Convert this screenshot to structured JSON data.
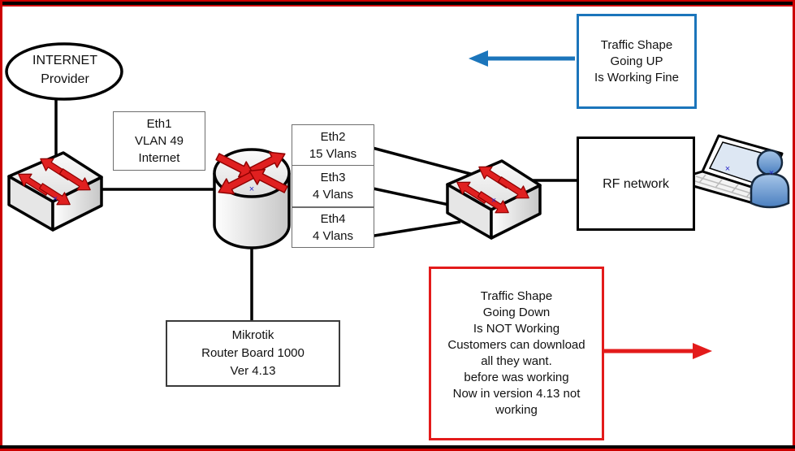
{
  "title": "Network traffic shaping diagram",
  "colors": {
    "frame-red": "#cc0000",
    "accent-blue": "#1b75bb",
    "accent-red": "#e31b1b",
    "device-arrow-red": "#e02020",
    "person-blue": "#5b8fc9"
  },
  "nodes": {
    "internet_provider": "INTERNET\nProvider",
    "eth1": "Eth1\nVLAN 49\nInternet",
    "eth2": "Eth2\n15 Vlans",
    "eth3": "Eth3\n4 Vlans",
    "eth4": "Eth4\n4 Vlans",
    "rf_network": "RF network",
    "mikrotik": "Mikrotik\nRouter Board 1000\nVer 4.13"
  },
  "notes": {
    "traffic_up": "Traffic Shape\nGoing UP\nIs Working Fine",
    "traffic_down": "Traffic Shape\nGoing Down\nIs NOT Working\nCustomers can download\nall they want.\nbefore was working\nNow in version 4.13 not\nworking"
  },
  "icons": {
    "switch_left": "network-switch-icon",
    "router": "router-icon",
    "switch_right": "network-switch-icon",
    "laptop": "laptop-icon",
    "user": "person-icon",
    "up_arrow": "blue-left-arrow-icon",
    "down_arrow": "red-right-arrow-icon"
  }
}
